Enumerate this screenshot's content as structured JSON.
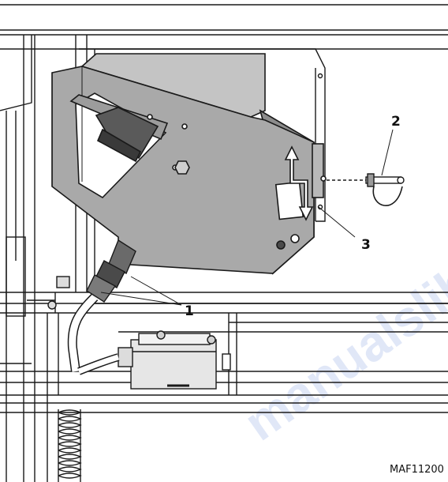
{
  "figure": {
    "callouts": [
      {
        "id": "1",
        "label": "1"
      },
      {
        "id": "2",
        "label": "2"
      },
      {
        "id": "3",
        "label": "3"
      }
    ],
    "figure_id": "MAF11200",
    "watermark": "manualslib",
    "colors": {
      "line": "#1a1a1a",
      "housing_fill": "#a9a9a9",
      "housing_dark": "#8c8c8c",
      "housing_light": "#c4c4c4",
      "watermark": "#c8d4f2"
    }
  }
}
